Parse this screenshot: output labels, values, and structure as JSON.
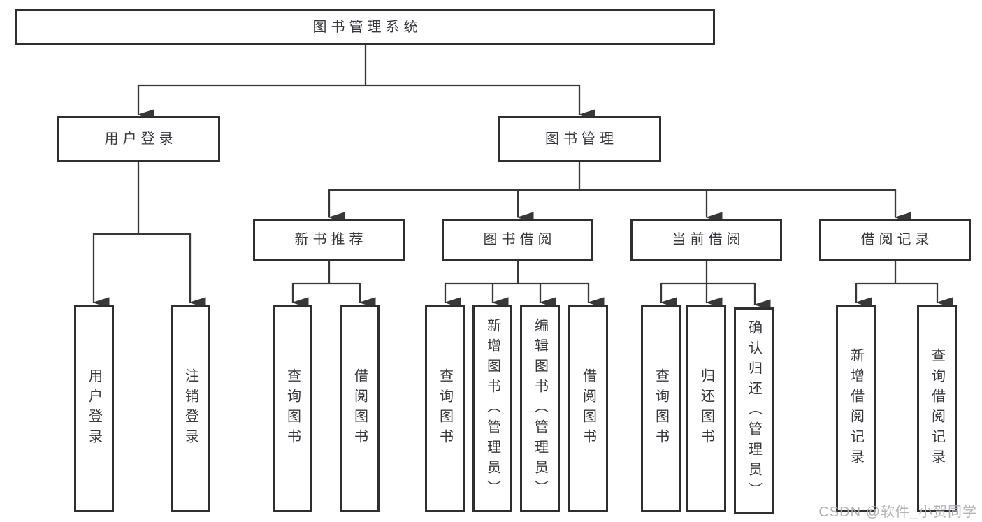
{
  "diagram": {
    "title": "图书管理系统",
    "nodes": {
      "root": "图书管理系统",
      "user_login": "用户登录",
      "book_mgmt": "图书管理",
      "new_book_rec": "新书推荐",
      "book_borrow": "图书借阅",
      "current_borrow": "当前借阅",
      "borrow_records": "借阅记录",
      "leaf_user_login": "用户登录",
      "leaf_logout": "注销登录",
      "leaf_rec_query": "查询图书",
      "leaf_rec_borrow": "借阅图书",
      "leaf_bb_query": "查询图书",
      "leaf_bb_add": "新增图书（管理员）",
      "leaf_bb_edit": "编辑图书（管理员）",
      "leaf_bb_borrow": "借阅图书",
      "leaf_cb_query": "查询图书",
      "leaf_cb_return": "归还图书",
      "leaf_cb_confirm": "确认归还（管理员）",
      "leaf_br_add": "新增借阅记录",
      "leaf_br_query": "查询借阅记录"
    },
    "colors": {
      "line": "#383838",
      "border": "#2f2f2f",
      "text": "#36383d",
      "background": "#ffffff",
      "watermark": "#acafb4"
    }
  },
  "watermark": "CSDN @软件_小贺同学"
}
